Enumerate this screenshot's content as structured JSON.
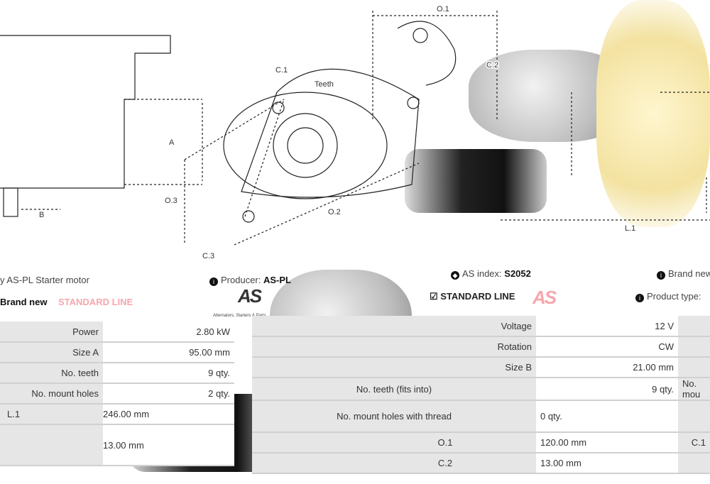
{
  "diagram": {
    "labels": {
      "o1": "O.1",
      "c1": "C.1",
      "teeth": "Teeth",
      "c2": "C.2",
      "a": "A",
      "b": "B",
      "o3": "O.3",
      "o2": "O.2",
      "c3": "C.3",
      "l1": "L.1"
    }
  },
  "header": {
    "title": "y AS-PL Starter motor",
    "producer_label": "Producer:",
    "producer_value": "AS-PL",
    "as_index_label": "AS index:",
    "as_index_value": "S2052",
    "brand_new_right": "Brand new",
    "standard_line_right": "STANDARD LINE",
    "product_type_label": "Product type:",
    "brand_new_left": "Brand new",
    "standard_line_left": "STANDARD LINE",
    "logo_text": "AS",
    "logo_tagline": "Alternators, Starters & Parts"
  },
  "left_table": [
    {
      "label": "Power",
      "value": "2.80 kW"
    },
    {
      "label": "Size A",
      "value": "95.00 mm"
    },
    {
      "label": "No. teeth",
      "value": "9 qty."
    },
    {
      "label": "No. mount holes",
      "value": "2 qty."
    },
    {
      "label": "L.1",
      "value": "246.00 mm"
    },
    {
      "label": "",
      "value": "13.00 mm"
    }
  ],
  "right_table": [
    {
      "label": "Voltage",
      "value": "12 V",
      "extra": ""
    },
    {
      "label": "Rotation",
      "value": "CW",
      "extra": ""
    },
    {
      "label": "Size B",
      "value": "21.00 mm",
      "extra": ""
    },
    {
      "label": "No. teeth (fits into)",
      "value": "9 qty.",
      "extra": "No. mou"
    },
    {
      "label": "No. mount holes with thread",
      "value": "0 qty.",
      "extra": ""
    },
    {
      "label": "O.1",
      "value": "120.00 mm",
      "extra": "C.1"
    },
    {
      "label": "C.2",
      "value": "13.00 mm",
      "extra": ""
    }
  ],
  "colors": {
    "accent_red": "#e30613",
    "pink": "#f7a6ad",
    "row_gray": "#e6e6e6"
  }
}
